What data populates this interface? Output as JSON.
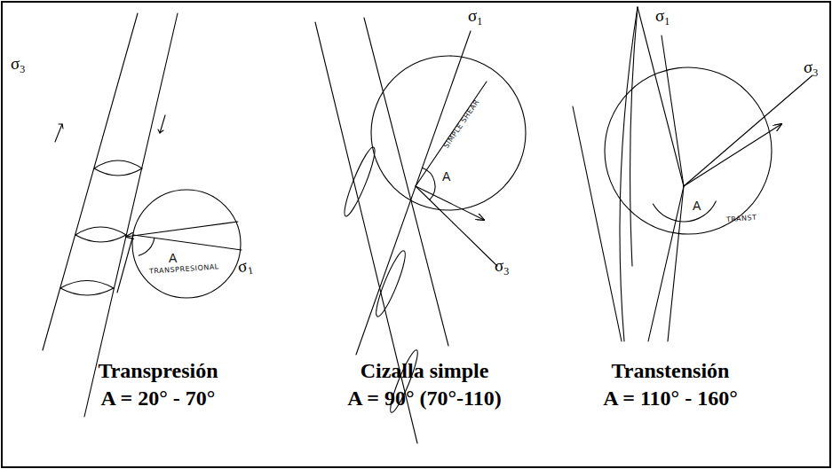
{
  "diagram": {
    "nodes": [
      {
        "text": [
          "TRANSPRESIONAL",
          "A"
        ]
      },
      {
        "text": [
          "SIMPLE SHEAR",
          "A"
        ]
      },
      {
        "text": [
          "TRANST",
          "A"
        ]
      }
    ],
    "labels": [
      "σ3",
      "σ1",
      "Transpresión",
      "A = 20° - 70°",
      "σ1",
      "σ3",
      "Cizalla simple",
      "A = 90° (70°-110)",
      "σ3",
      "σ1",
      "Transtensión",
      "A = 110° - 160°"
    ]
  }
}
